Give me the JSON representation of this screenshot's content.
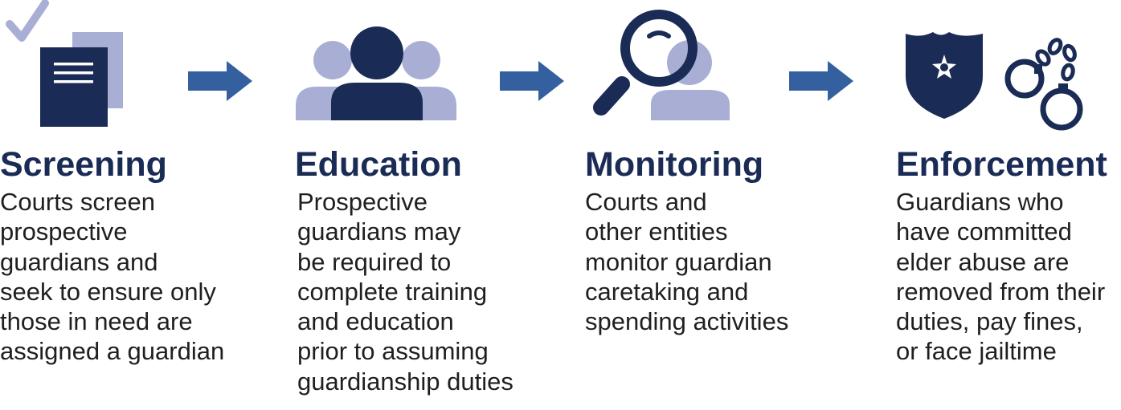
{
  "colors": {
    "dark_navy": "#1a2b55",
    "light_lavender": "#a9afd4",
    "arrow_blue": "#34609f",
    "text": "#1f1f1f"
  },
  "steps": [
    {
      "title": "Screening",
      "description_lines": [
        "Courts screen",
        "prospective",
        "guardians and",
        "seek to ensure only",
        "those in need are",
        "assigned a guardian"
      ]
    },
    {
      "title": "Education",
      "description_lines": [
        "Prospective",
        "guardians may",
        "be required to",
        "complete training",
        "and education",
        "prior to assuming",
        "guardianship duties"
      ]
    },
    {
      "title": "Monitoring",
      "description_lines": [
        "Courts and",
        "other entities",
        "monitor guardian",
        "caretaking and",
        "spending activities"
      ]
    },
    {
      "title": "Enforcement",
      "description_lines": [
        "Guardians who",
        "have committed",
        "elder abuse are",
        "removed from their",
        "duties, pay fines,",
        "or face jailtime"
      ]
    }
  ],
  "icons": [
    "document-check-icon",
    "people-group-icon",
    "magnifier-person-icon",
    "badge-handcuffs-icon"
  ]
}
